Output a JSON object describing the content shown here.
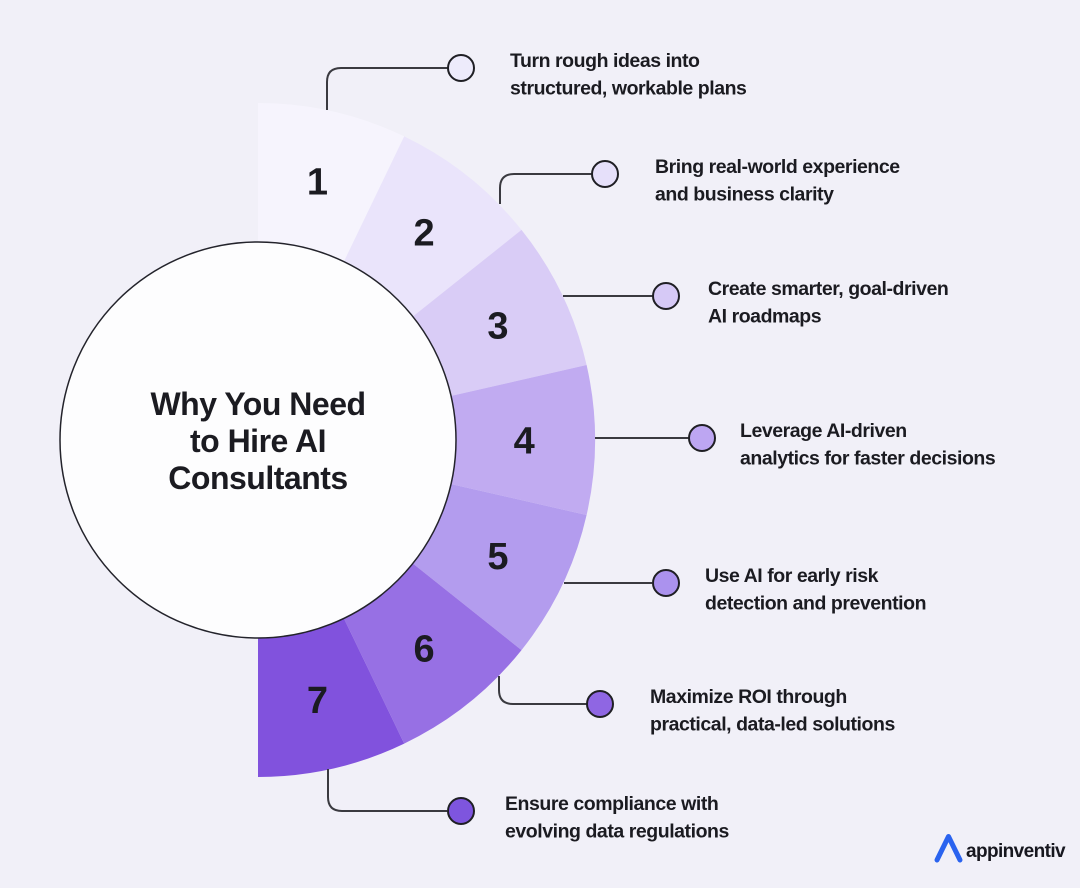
{
  "canvas": {
    "background": "#f1f0f8"
  },
  "title": {
    "text": "Why You Need to Hire AI Consultants",
    "lines": [
      "Why You Need",
      "to Hire AI",
      "Consultants"
    ]
  },
  "segments": [
    {
      "number": "1",
      "color": "#f6f4fd",
      "dot_color": "#edebfb",
      "label": "Turn rough ideas into structured, workable plans",
      "label_lines": [
        "Turn rough ideas into",
        "structured, workable plans"
      ]
    },
    {
      "number": "2",
      "color": "#eae4fb",
      "dot_color": "#e6e0fa",
      "label": "Bring real-world experience and business clarity",
      "label_lines": [
        "Bring real-world experience",
        "and business clarity"
      ]
    },
    {
      "number": "3",
      "color": "#d9ccf6",
      "dot_color": "#d6c9f6",
      "label": "Create smarter, goal-driven AI roadmaps",
      "label_lines": [
        "Create smarter, goal-driven",
        "AI roadmaps"
      ]
    },
    {
      "number": "4",
      "color": "#c1abf1",
      "dot_color": "#bda6f2",
      "label": "Leverage AI-driven analytics for faster decisions",
      "label_lines": [
        "Leverage AI-driven",
        "analytics for faster decisions"
      ]
    },
    {
      "number": "5",
      "color": "#b39cee",
      "dot_color": "#ab92ee",
      "label": "Use AI for early risk detection and prevention",
      "label_lines": [
        "Use AI for early risk",
        "detection and prevention"
      ]
    },
    {
      "number": "6",
      "color": "#9770e4",
      "dot_color": "#8f66e3",
      "label": "Maximize ROI through practical, data-led solutions",
      "label_lines": [
        "Maximize ROI through",
        "practical, data-led solutions"
      ]
    },
    {
      "number": "7",
      "color": "#8152dd",
      "dot_color": "#7e55de",
      "label": "Ensure compliance with evolving data regulations",
      "label_lines": [
        "Ensure compliance with",
        "evolving data regulations"
      ]
    }
  ],
  "styles": {
    "line_color": "#3a3a40",
    "dot_outline": "#1f1f24",
    "text_color": "#1b1b21",
    "circle_fill": "#fdfdfe",
    "circle_outline": "#23232b"
  },
  "logo": {
    "text": "appinventiv",
    "mark_color": "#2a63ef",
    "text_color": "#17171f"
  }
}
